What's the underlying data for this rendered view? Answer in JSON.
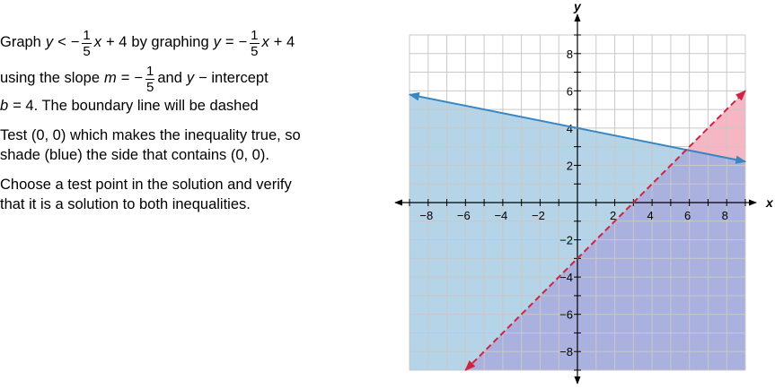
{
  "instructions": {
    "p1": {
      "graph_word": "Graph",
      "y1": "y",
      "lt": "<",
      "neg1": "−",
      "num1": "1",
      "den1": "5",
      "x1": "x",
      "plus4_1": "+ 4",
      "by_graphing": "by graphing",
      "y2": "y",
      "eq": "=",
      "neg2": "−",
      "num2": "1",
      "den2": "5",
      "x2": "x",
      "plus4_2": "+ 4"
    },
    "p2": {
      "using_slope": "using the slope",
      "m": "m",
      "eq": "=",
      "neg": "−",
      "num": "1",
      "den": "5",
      "and": "and",
      "y": "y",
      "intercept": "− intercept"
    },
    "p3": {
      "b": "b",
      "rest": "= 4. The boundary line will  be dashed"
    },
    "p4a": "Test (0, 0) which makes the inequality true, so",
    "p4b": "shade (blue) the side that contains (0, 0).",
    "p5a": "Choose a test point in the solution and verify",
    "p5b": "that it is a solution to both inequalities."
  },
  "chart_data": {
    "type": "line",
    "xlabel": "x",
    "ylabel": "y",
    "xlim": [
      -9,
      9
    ],
    "ylim": [
      -9,
      9
    ],
    "grid": true,
    "x_tick_labels": [
      "−8",
      "−6",
      "−4",
      "−2",
      "2",
      "4",
      "6",
      "8"
    ],
    "y_tick_labels": [
      "8",
      "6",
      "4",
      "2",
      "−2",
      "−4",
      "−6",
      "−8"
    ],
    "series": [
      {
        "style": "solid",
        "color": "#3a86c0",
        "arrows": "both",
        "points": [
          [
            -9,
            5.8
          ],
          [
            9,
            2.2
          ]
        ]
      },
      {
        "style": "dashed",
        "color": "#cf2340",
        "arrows": "both",
        "points": [
          [
            -6,
            -9
          ],
          [
            9,
            6
          ]
        ]
      }
    ],
    "regions": [
      {
        "fill": "#b5d4e8",
        "polygon": [
          [
            -9,
            -9
          ],
          [
            -9,
            5.8
          ],
          [
            5.8333,
            2.8333
          ],
          [
            -6,
            -9
          ]
        ]
      },
      {
        "fill": "#aab1df",
        "polygon": [
          [
            -6,
            -9
          ],
          [
            5.8333,
            2.8333
          ],
          [
            9,
            2.2
          ],
          [
            9,
            -9
          ]
        ]
      },
      {
        "fill": "#f4b7c3",
        "polygon": [
          [
            5.8333,
            2.8333
          ],
          [
            9,
            6
          ],
          [
            9,
            2.2
          ]
        ]
      }
    ],
    "colors": {
      "grid": "#c8c8c8",
      "axis": "#000000"
    }
  }
}
